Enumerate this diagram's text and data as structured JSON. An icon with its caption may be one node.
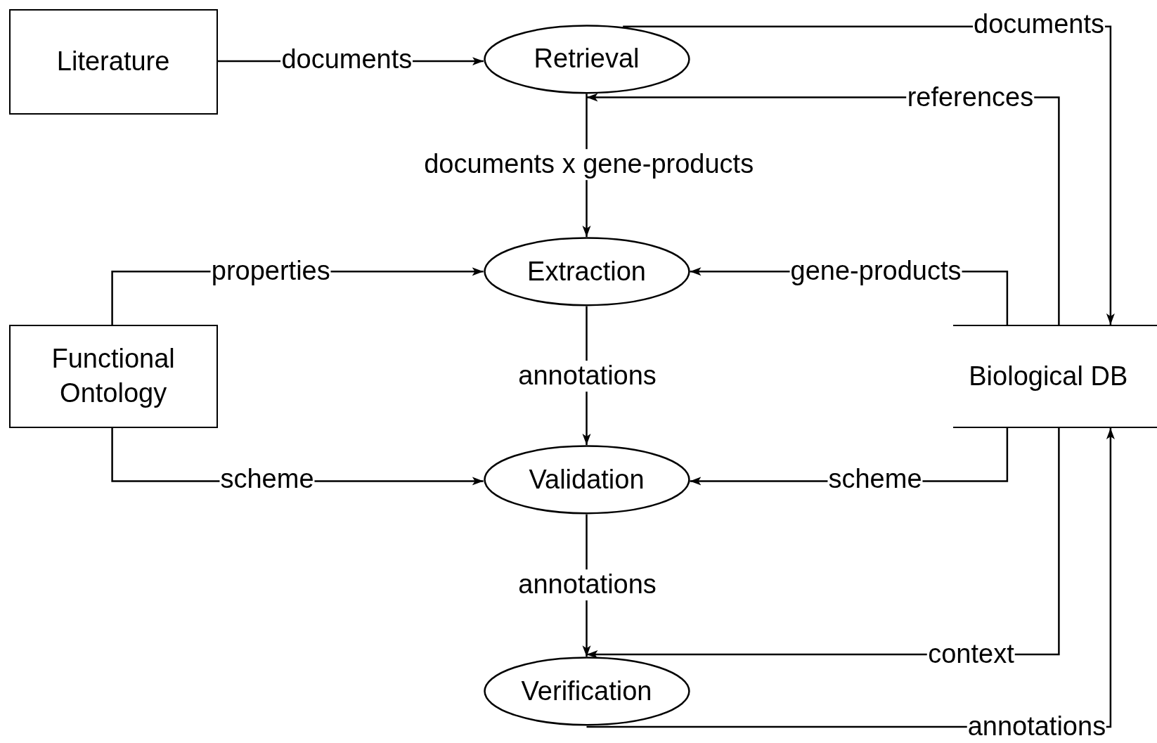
{
  "diagram": {
    "nodes": [
      {
        "text": [
          "Literature"
        ]
      },
      {
        "text": [
          "Retrieval"
        ]
      },
      {
        "text": [
          "Extraction"
        ]
      },
      {
        "text": [
          "Functional Ontology"
        ]
      },
      {
        "text": [
          "Biological DB"
        ]
      },
      {
        "text": [
          "Validation"
        ]
      },
      {
        "text": [
          "Verification"
        ]
      }
    ],
    "edges": [
      {
        "from": 0,
        "to": 1,
        "arrow": "to",
        "label": "documents"
      },
      {
        "from": 1,
        "to": 4,
        "arrow": "to",
        "label": "documents"
      },
      {
        "from": 4,
        "to": 1,
        "arrow": "to",
        "label": "references"
      },
      {
        "from": 1,
        "to": 2,
        "arrow": "to",
        "label": "documents x gene-products"
      },
      {
        "from": 3,
        "to": 2,
        "arrow": "to",
        "label": "properties"
      },
      {
        "from": 4,
        "to": 2,
        "arrow": "to",
        "label": "gene-products"
      },
      {
        "from": 2,
        "to": 5,
        "arrow": "to",
        "label": "annotations"
      },
      {
        "from": 3,
        "to": 5,
        "arrow": "to",
        "label": "scheme"
      },
      {
        "from": 4,
        "to": 5,
        "arrow": "to",
        "label": "scheme"
      },
      {
        "from": 5,
        "to": 6,
        "arrow": "to",
        "label": "annotations"
      },
      {
        "from": 4,
        "to": 6,
        "arrow": "to",
        "label": "context"
      },
      {
        "from": 6,
        "to": 4,
        "arrow": "to",
        "label": "annotations"
      }
    ]
  }
}
